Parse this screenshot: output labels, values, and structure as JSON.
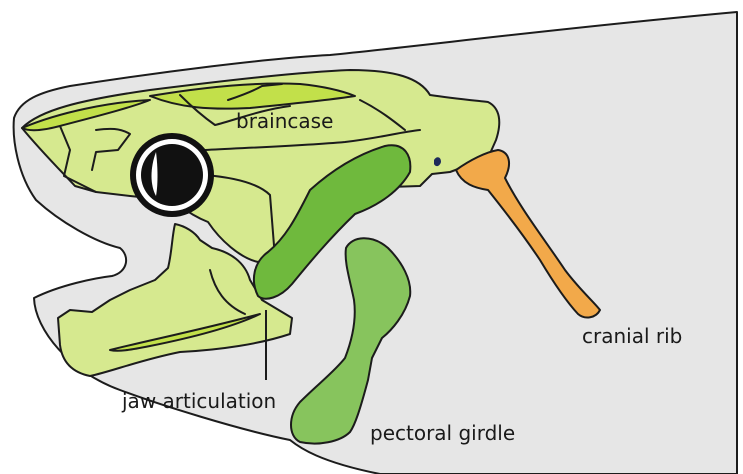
{
  "labels": {
    "braincase": "braincase",
    "cranial_rib": "cranial rib",
    "jaw_articulation": "jaw articulation",
    "pectoral_girdle": "pectoral girdle"
  },
  "colors": {
    "head_fill": "#e6e6e6",
    "bone_light": "#d6e98f",
    "bone_bright": "#c2e04a",
    "bone_green": "#6fb93d",
    "girdle_green": "#87c45d",
    "rib_orange": "#f2a94a",
    "eye_black": "#111111",
    "eye_white": "#ffffff"
  }
}
